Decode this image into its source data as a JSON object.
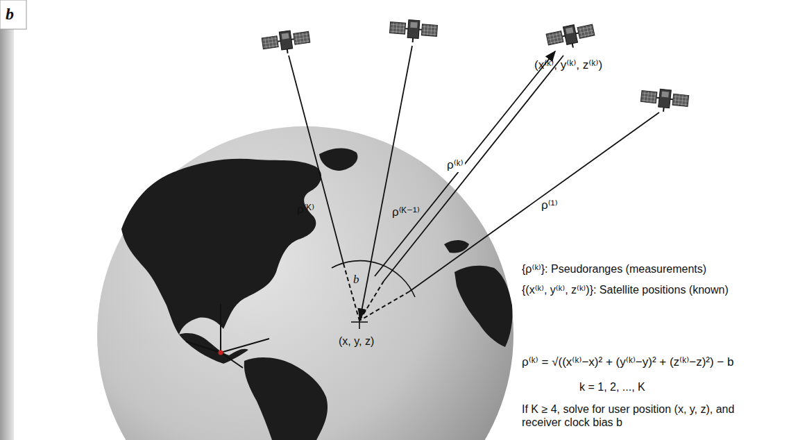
{
  "diagram": {
    "labels": [
      "b",
      "ρ⁽ᴷ⁾",
      "ρ⁽ᴷ⁻¹⁾",
      "(x⁽ᵏ⁾, y⁽ᵏ⁾, z⁽ᵏ⁾)",
      "ρ⁽ᵏ⁾",
      "ρ⁽¹⁾",
      "b",
      "(x, y, z)",
      "{ρ⁽ᵏ⁾}: Pseudoranges (measurements)",
      "{(x⁽ᵏ⁾, y⁽ᵏ⁾, z⁽ᵏ⁾)}: Satellite positions (known)",
      "ρ⁽ᵏ⁾ = √((x⁽ᵏ⁾−x)² + (y⁽ᵏ⁾−y)² + (z⁽ᵏ⁾−z)²) − b",
      "k = 1, 2, ..., K",
      "If K ≥ 4, solve for user position (x, y, z), and receiver clock bias b"
    ]
  }
}
